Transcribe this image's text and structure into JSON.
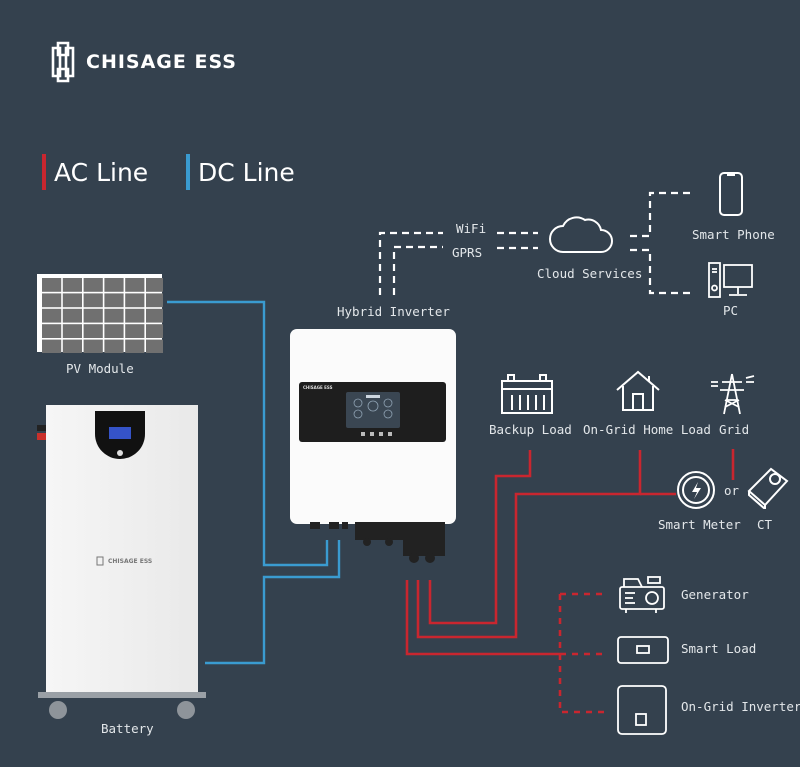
{
  "brand": {
    "name": "CHISAGE ESS"
  },
  "legend": {
    "ac": {
      "label": "AC Line",
      "color": "#c9262f"
    },
    "dc": {
      "label": "DC Line",
      "color": "#3a9bd0"
    }
  },
  "communication": {
    "wifi_label": "WiFi",
    "gprs_label": "GPRS",
    "cloud_label": "Cloud Services",
    "smartphone_label": "Smart Phone",
    "pc_label": "PC"
  },
  "components": {
    "pv_module": "PV Module",
    "hybrid_inverter": "Hybrid Inverter",
    "inverter_brand": "CHISAGE ESS",
    "battery": "Battery",
    "battery_brand": "CHISAGE ESS",
    "backup_load": "Backup Load",
    "home_load": "On-Grid Home Load",
    "grid": "Grid",
    "smart_meter": "Smart Meter",
    "or_label": "or",
    "ct": "CT",
    "generator": "Generator",
    "smart_load": "Smart Load",
    "ongrid_inverter": "On-Grid Inverter"
  }
}
